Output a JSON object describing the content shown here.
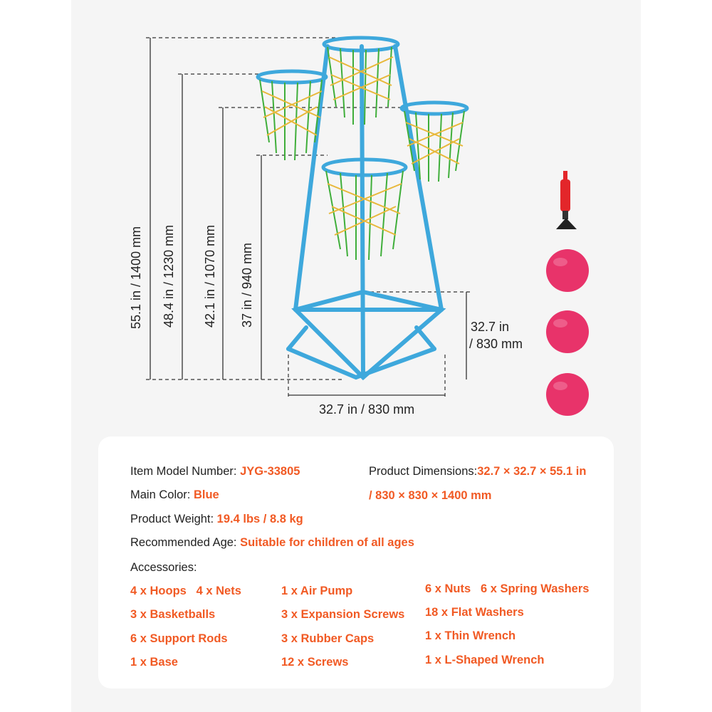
{
  "dimensions": {
    "height_total": "55.1 in / 1400 mm",
    "height_hoop2": "48.4 in / 1230 mm",
    "height_hoop3": "42.1 in / 1070 mm",
    "height_hoop4": "37 in / 940 mm",
    "base_depth_line1": "32.7 in",
    "base_depth_line2": "/ 830 mm",
    "base_width": "32.7 in / 830 mm"
  },
  "specs": {
    "model_label": "Item Model Number: ",
    "model_value": "JYG-33805",
    "color_label": "Main Color: ",
    "color_value": "Blue",
    "weight_label": "Product Weight: ",
    "weight_value": "19.4 lbs / 8.8 kg",
    "age_label": "Recommended Age: ",
    "age_value": "Suitable for children of all ages",
    "dimensions_label": "Product Dimensions:",
    "dimensions_value_line1": "32.7 × 32.7 × 55.1 in",
    "dimensions_value_line2": "/ 830 × 830 × 1400 mm",
    "accessories_label": "Accessories:"
  },
  "accessories": {
    "col1": [
      "4 x Hoops   4 x Nets",
      "3 x Basketballs",
      "6 x Support Rods",
      "1 x Base"
    ],
    "col2": [
      "1 x Air Pump",
      "3 x Expansion Screws",
      "3 x Rubber Caps",
      "12 x Screws"
    ],
    "col3": [
      "6 x Nuts   6 x Spring Washers",
      "18 x Flat Washers",
      "1 x Thin Wrench",
      "1 x L-Shaped Wrench"
    ]
  },
  "colors": {
    "frame": "#3ea8dc",
    "net_green": "#3fae3a",
    "net_yellow": "#e8b83a",
    "ball": "#e8336a",
    "pump": "#e3262a",
    "accent_text": "#f15a24"
  },
  "icons": [
    "basketball-stand-image",
    "air-pump-icon",
    "ball-icon"
  ]
}
